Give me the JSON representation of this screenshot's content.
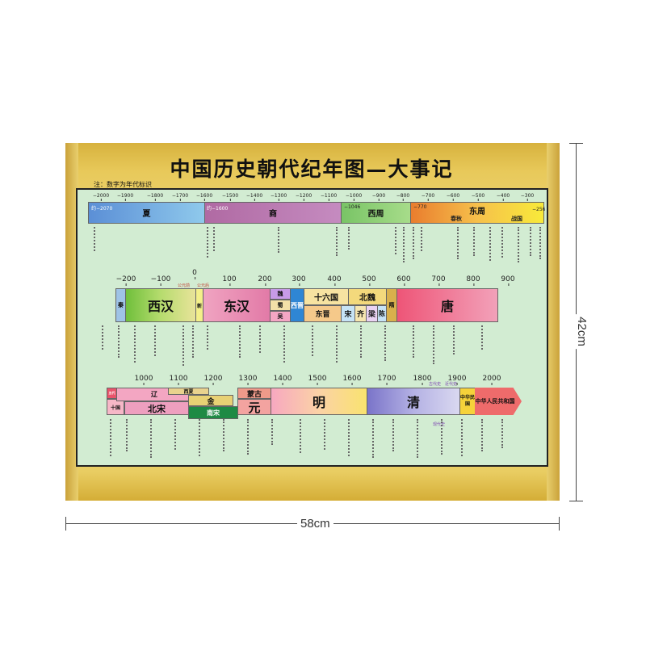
{
  "title": "中国历史朝代纪年图—大事记",
  "note": "注：数字为年代标识",
  "row1": {
    "ticks": [
      "−2000",
      "−1900",
      "−1800",
      "−1700",
      "−1600",
      "−1500",
      "−1400",
      "−1300",
      "−1200",
      "−1100",
      "−1000",
      "−900",
      "−800",
      "−700",
      "−600",
      "−500",
      "−400",
      "−300"
    ],
    "blocks": {
      "xia": "夏",
      "shang": "商",
      "xizhou": "西周",
      "dongzhou": "东周",
      "chunqiu": "春秋",
      "zhanguo": "战国"
    },
    "small": {
      "xia_start": "约−2070",
      "shang_start": "约−1600",
      "xizhou_start": "−1046",
      "dongzhou_start": "−770",
      "end": "−256"
    }
  },
  "row2": {
    "ticks": [
      "−200",
      "−100",
      "0",
      "100",
      "200",
      "300",
      "400",
      "500",
      "600",
      "700",
      "800",
      "900"
    ],
    "blocks": {
      "qin": "秦",
      "xihan": "西汉",
      "xin": "新",
      "donghan": "东汉",
      "wei": "魏",
      "shu": "蜀",
      "wu": "吴",
      "xijin": "西晋",
      "shiliuguo": "十六国",
      "beiwei": "北魏",
      "dongjin": "东晋",
      "song": "宋",
      "qi": "齐",
      "liang": "梁",
      "chen": "陈",
      "sui": "隋",
      "tang": "唐"
    },
    "small": {
      "gongyuanqian": "公元前",
      "gongyuan": "公元后"
    }
  },
  "row3": {
    "ticks": [
      "1000",
      "1100",
      "1200",
      "1300",
      "1400",
      "1500",
      "1600",
      "1700",
      "1800",
      "1900",
      "2000"
    ],
    "blocks": {
      "wudai": "五代",
      "shiguo": "十国",
      "liao": "辽",
      "xixia": "西夏",
      "beisong": "北宋",
      "jin": "金",
      "nansong": "南宋",
      "menggu": "蒙古",
      "yuan": "元",
      "ming": "明",
      "qing": "清",
      "minguo": "中华民国",
      "prc": "中华人民共和国"
    },
    "small": {
      "gudaishi": "古代史",
      "jindaishi": "近代史",
      "xiandaishi": "现代史"
    }
  },
  "dimensions": {
    "width": "58cm",
    "height": "42cm"
  }
}
